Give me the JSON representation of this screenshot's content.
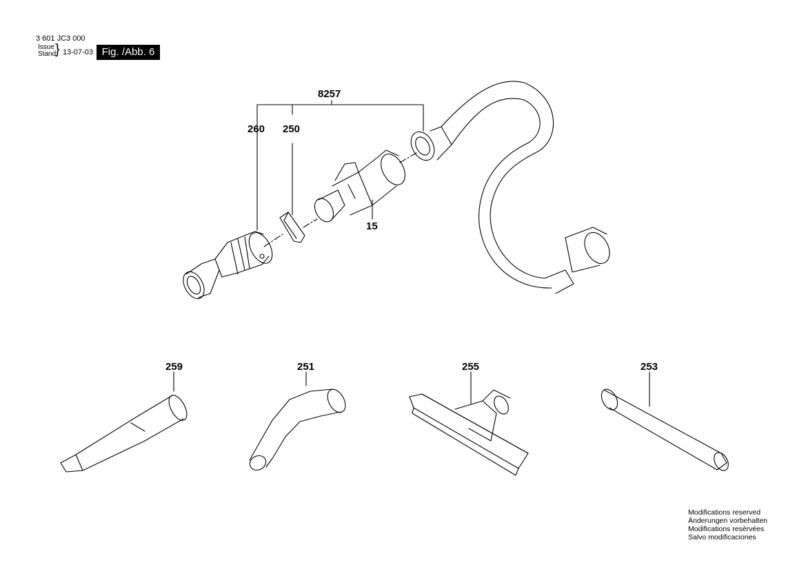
{
  "header": {
    "doc_number": "3 601 JC3 000",
    "issue_label": "Issue",
    "stand_label": "Stand",
    "brace": "}",
    "date": "13-07-03",
    "figure": "Fig. /Abb. 6"
  },
  "parts": {
    "p8257": "8257",
    "p260": "260",
    "p250": "250",
    "p15": "15",
    "p259": "259",
    "p251": "251",
    "p255": "255",
    "p253": "253"
  },
  "footer": {
    "lines": [
      "Modifications reserved",
      "Änderungen vorbehalten",
      "Modifications resérvées",
      "Salvo modificaciones"
    ]
  }
}
